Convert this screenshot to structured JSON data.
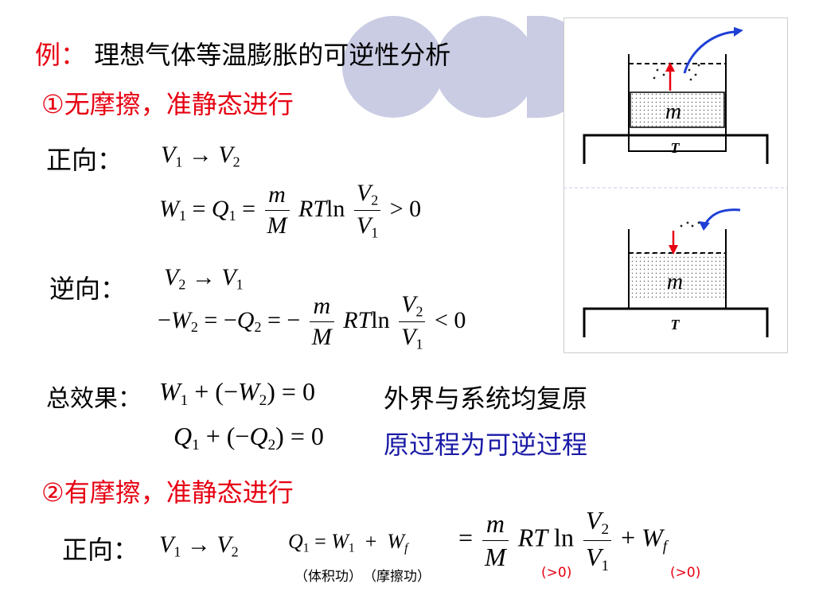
{
  "title": {
    "prefix": "例：",
    "text": "理想气体等温膨胀的可逆性分析"
  },
  "case1": {
    "heading": "①无摩擦，准静态进行"
  },
  "forward": {
    "label": "正向："
  },
  "reverse": {
    "label": "逆向："
  },
  "total": {
    "label": "总效果：",
    "note1": "外界与系统均复原",
    "note2": "原过程为可逆过程"
  },
  "case2": {
    "heading": "②有摩擦，准静态进行",
    "forward_label": "正向：",
    "note_volume_work": "（体积功）",
    "note_friction_work": "（摩擦功）",
    "note_gt0_a": "(>0)",
    "note_gt0_b": "(>0)"
  },
  "symbols": {
    "V": "V",
    "W": "W",
    "Q": "Q",
    "m": "m",
    "M": "M",
    "R": "R",
    "T": "T",
    "ln": "ln",
    "f": "f",
    "one": "1",
    "two": "2",
    "zero": "0"
  },
  "diagram": {
    "mass_label": "m",
    "temperature_label": "T"
  },
  "colors": {
    "heading_red": "#e60012",
    "note_blue": "#1a1aa6",
    "arrow_blue": "#1f3fd6",
    "deco_circle": "#c9cce3"
  }
}
